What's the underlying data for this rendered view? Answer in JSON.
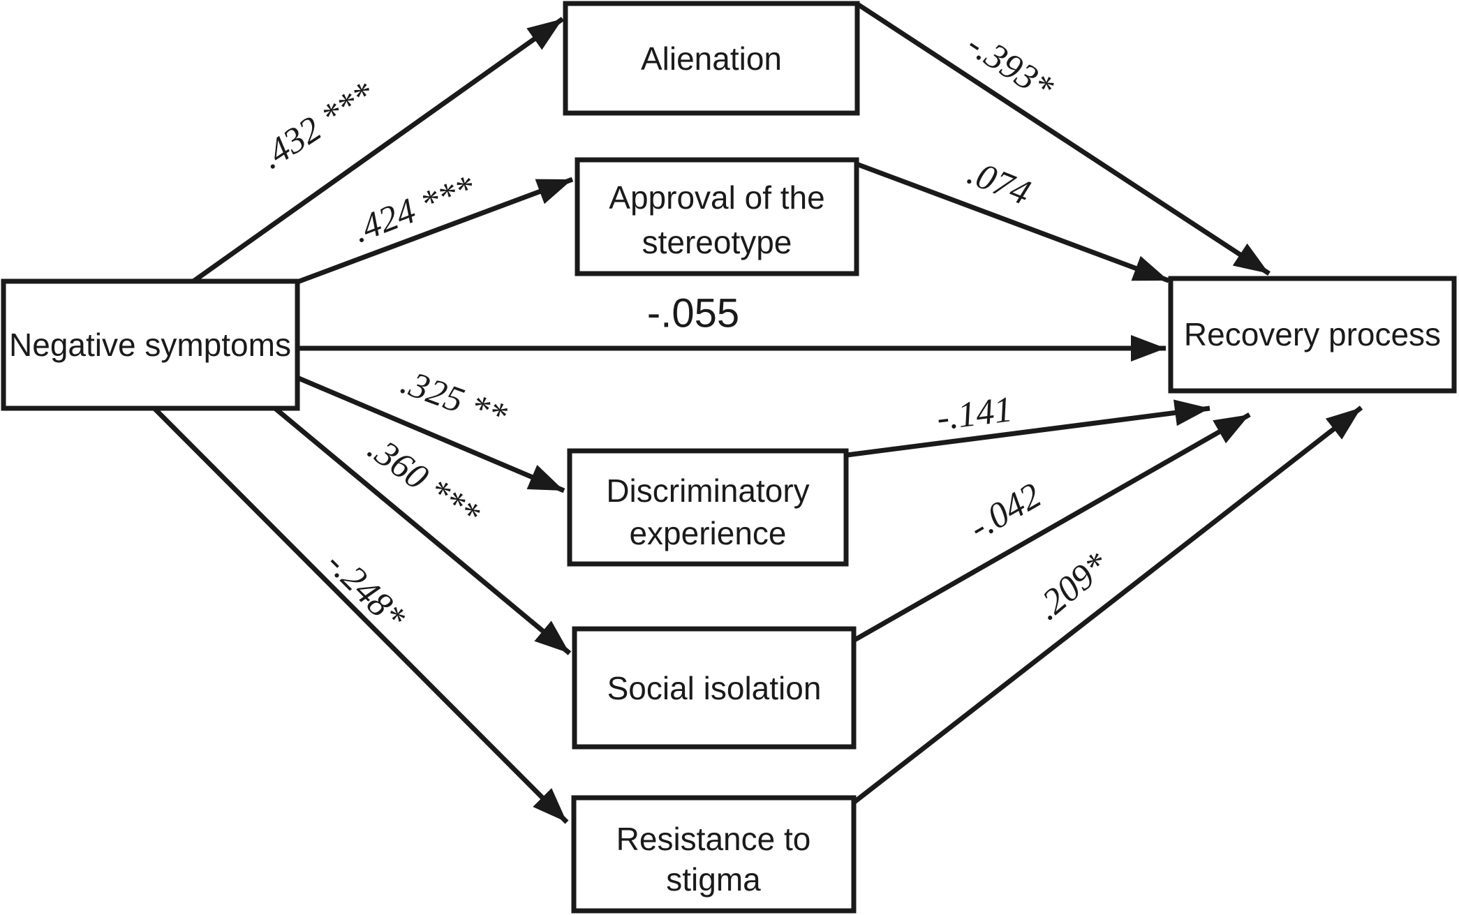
{
  "figure": {
    "kind": "mediation-path-model",
    "background_color": "#ffffff",
    "line_color": "#1a1a1a"
  },
  "nodes": {
    "negative_symptoms": {
      "label": "Negative symptoms"
    },
    "alienation": {
      "label": "Alienation"
    },
    "approval": {
      "lines": [
        "Approval of the",
        "stereotype"
      ]
    },
    "recovery": {
      "label": "Recovery process"
    },
    "discriminatory": {
      "lines": [
        "Discriminatory",
        "experience"
      ]
    },
    "social_isolation": {
      "label": "Social isolation"
    },
    "resistance": {
      "lines": [
        "Resistance to",
        "stigma"
      ]
    }
  },
  "paths": {
    "ns_to_alienation": {
      "from": "Negative symptoms",
      "to": "Alienation",
      "coefficient": ".432 ***"
    },
    "ns_to_approval": {
      "from": "Negative symptoms",
      "to": "Approval of the stereotype",
      "coefficient": ".424 ***"
    },
    "ns_to_recovery": {
      "from": "Negative symptoms",
      "to": "Recovery process",
      "coefficient": "-.055"
    },
    "ns_to_discriminatory": {
      "from": "Negative symptoms",
      "to": "Discriminatory experience",
      "coefficient": ".325 **"
    },
    "ns_to_social": {
      "from": "Negative symptoms",
      "to": "Social isolation",
      "coefficient": ".360 ***"
    },
    "ns_to_resistance": {
      "from": "Negative symptoms",
      "to": "Resistance to stigma",
      "coefficient": "-.248*"
    },
    "alienation_to_recovery": {
      "from": "Alienation",
      "to": "Recovery process",
      "coefficient": "-.393*"
    },
    "approval_to_recovery": {
      "from": "Approval of the stereotype",
      "to": "Recovery process",
      "coefficient": ".074"
    },
    "discriminatory_to_recovery": {
      "from": "Discriminatory experience",
      "to": "Recovery process",
      "coefficient": "-.141"
    },
    "social_to_recovery": {
      "from": "Social isolation",
      "to": "Recovery process",
      "coefficient": "-.042"
    },
    "resistance_to_recovery": {
      "from": "Resistance to stigma",
      "to": "Recovery process",
      "coefficient": ".209*"
    }
  }
}
